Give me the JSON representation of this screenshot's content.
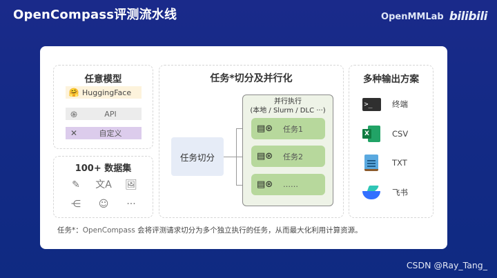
{
  "header": {
    "title": "OpenCompass评测流水线",
    "brand_lab": "OpenMMLab",
    "brand_bili": "bilibili"
  },
  "panels": {
    "models": {
      "title": "任意模型",
      "items": [
        {
          "icon": "huggingface-emoji-icon",
          "glyph": "🤗",
          "label": "HuggingFace",
          "bg": "#fdf3dc"
        },
        {
          "icon": "openai-logo-icon",
          "glyph": "֍",
          "label": "API",
          "bg": "#ececec"
        },
        {
          "icon": "tools-icon",
          "glyph": "✕",
          "label": "自定义",
          "bg": "#dcccec"
        }
      ]
    },
    "datasets": {
      "title": "100+ 数据集",
      "icons": [
        {
          "name": "document-edit-icon",
          "glyph": "✎"
        },
        {
          "name": "translate-icon",
          "glyph": "文A"
        },
        {
          "name": "image-icon",
          "glyph": "🖼"
        },
        {
          "name": "list-icon",
          "glyph": "⋲"
        },
        {
          "name": "brain-head-icon",
          "glyph": "☺"
        },
        {
          "name": "more-icon",
          "glyph": "···"
        }
      ]
    },
    "tasks": {
      "title": "任务*切分及并行化",
      "split_label": "任务切分",
      "parallel_title": "并行执行",
      "parallel_subtitle": "(本地 / Slurm / DLC ···)",
      "jobs": [
        {
          "label": "任务1"
        },
        {
          "label": "任务2"
        },
        {
          "label": "……"
        }
      ],
      "gpu_glyph": "▤⊛"
    },
    "outputs": {
      "title": "多种输出方案",
      "items": [
        {
          "icon": "terminal-icon",
          "label": "终端"
        },
        {
          "icon": "excel-icon",
          "label": "CSV"
        },
        {
          "icon": "notepad-icon",
          "label": "TXT"
        },
        {
          "icon": "feishu-icon",
          "label": "飞书"
        }
      ]
    }
  },
  "footnote": {
    "prefix": "任务*：",
    "brand": "OpenCompass",
    "text": " 会将评测请求切分为多个独立执行的任务，从而最大化利用计算资源。"
  },
  "watermark": "CSDN @Ray_Tang_",
  "colors": {
    "background": "#142a86",
    "job_green": "#b7d89c",
    "parallel_bg": "#eef3e7",
    "split_bg": "#e6ecf7"
  }
}
